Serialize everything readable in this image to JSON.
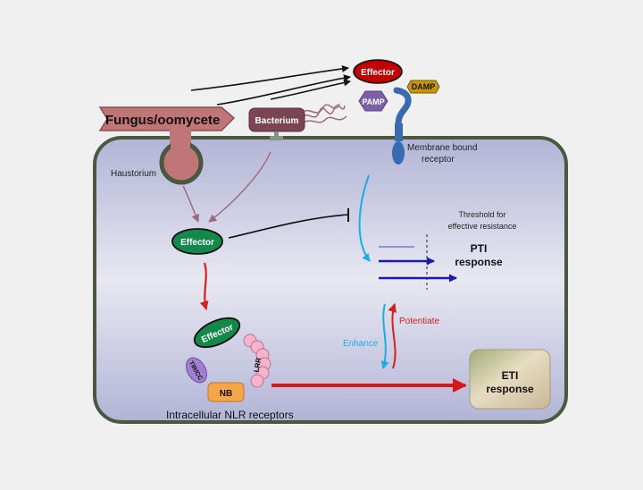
{
  "labels": {
    "fungus": "Fungus/oomycete",
    "haustorium": "Haustorium",
    "bacterium": "Bacterium",
    "effector_top": "Effector",
    "pamp": "PAMP",
    "damp": "DAMP",
    "membrane_receptor_line1": "Membrane bound",
    "membrane_receptor_line2": "receptor",
    "effector_cell": "Effector",
    "threshold_line1": "Threshold for",
    "threshold_line2": "effective resistance",
    "pti_line1": "PTI",
    "pti_line2": "response",
    "effector_nlr": "Effector",
    "tir_cc": "TIR/CC",
    "nb": "NB",
    "lrr": "LRR",
    "nlr_caption": "Intracellular NLR receptors",
    "enhance": "Enhance",
    "potentiate": "Potentiate",
    "eti_line1": "ETI",
    "eti_line2": "response"
  },
  "colors": {
    "background": "#f0f0f0",
    "cell_border": "#4a5840",
    "cell_fill_top": "#b4b6d6",
    "cell_fill_mid": "#e6e6f0",
    "fungus": "#c07576",
    "bacterium": "#7b4554",
    "effector_red": "#c00000",
    "effector_green": "#12894a",
    "pamp": "#7b5fa8",
    "damp": "#c9950c",
    "receptor": "#3a6ab0",
    "pti_arrows": "#1a1ab0",
    "enhance": "#19aee6",
    "potentiate": "#d42020",
    "eti_arrow": "#d81818",
    "nb": "#f5a64a",
    "tir": "#a07ed0",
    "lrr": "#f4b4cc"
  }
}
